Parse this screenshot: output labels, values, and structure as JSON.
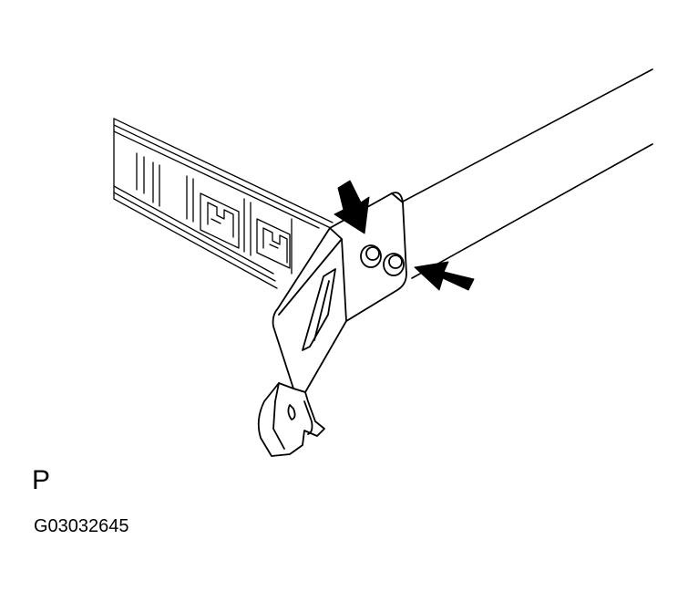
{
  "diagram": {
    "view_label": "P",
    "figure_code": "G03032645",
    "parts": [
      "bar-frame",
      "mounting-bracket",
      "hook-tab",
      "bolt-head",
      "arrow-indicator"
    ],
    "arrow_count": 2,
    "line_color": "#000000",
    "background_color": "#ffffff"
  }
}
